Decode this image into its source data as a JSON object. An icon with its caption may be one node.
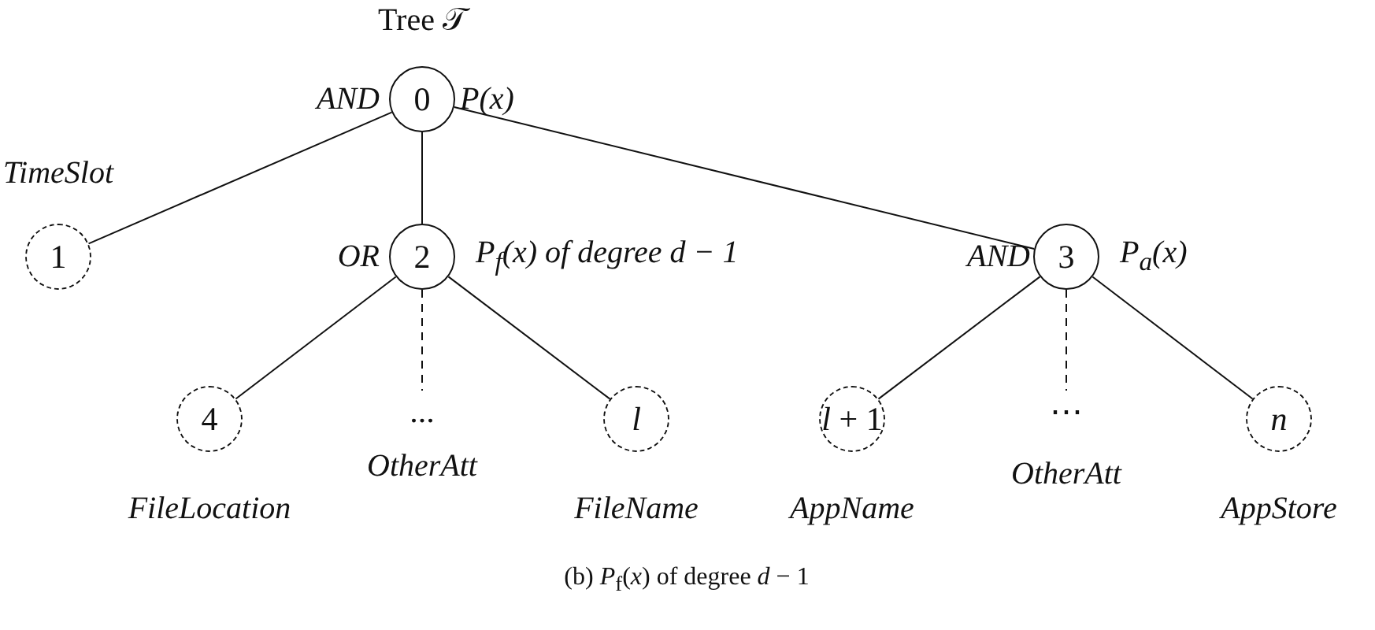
{
  "diagram": {
    "caption": "(b) *P*$_{f}$(*x*) of degree *d* − 1",
    "nodes": [
      {
        "text": [
          "0"
        ],
        "beside": [
          "Tree 𝒯",
          "AND",
          "P(x)"
        ]
      },
      {
        "text": [
          "1"
        ],
        "beside": [
          "TimeSlot"
        ]
      },
      {
        "text": [
          "2"
        ],
        "beside": [
          "OR",
          "P$_{f}$(x) of degree d − 1"
        ]
      },
      {
        "text": [
          "3"
        ],
        "beside": [
          "AND",
          "P$_{a}$(x)"
        ]
      },
      {
        "text": [
          "4"
        ],
        "beside": [
          "FileLocation"
        ]
      },
      {
        "text": [
          "..."
        ],
        "beside": [
          "OtherAtt"
        ]
      },
      {
        "text": [
          "l"
        ],
        "beside": [
          "FileName"
        ]
      },
      {
        "text": [
          "*l* + 1"
        ],
        "beside": [
          "AppName"
        ]
      },
      {
        "text": [
          "⋯"
        ],
        "beside": [
          "OtherAtt"
        ]
      },
      {
        "text": [
          "n"
        ],
        "beside": [
          "AppStore"
        ]
      }
    ],
    "edges": [
      {
        "from": 0,
        "to": 1,
        "arrow": "none"
      },
      {
        "from": 0,
        "to": 2,
        "arrow": "none"
      },
      {
        "from": 0,
        "to": 3,
        "arrow": "none"
      },
      {
        "from": 2,
        "to": 4,
        "arrow": "none"
      },
      {
        "from": 2,
        "to": 5,
        "arrow": "none",
        "style": "dashed"
      },
      {
        "from": 2,
        "to": 6,
        "arrow": "none"
      },
      {
        "from": 3,
        "to": 7,
        "arrow": "none"
      },
      {
        "from": 3,
        "to": 8,
        "arrow": "none",
        "style": "dashed"
      },
      {
        "from": 3,
        "to": 9,
        "arrow": "none"
      }
    ]
  }
}
